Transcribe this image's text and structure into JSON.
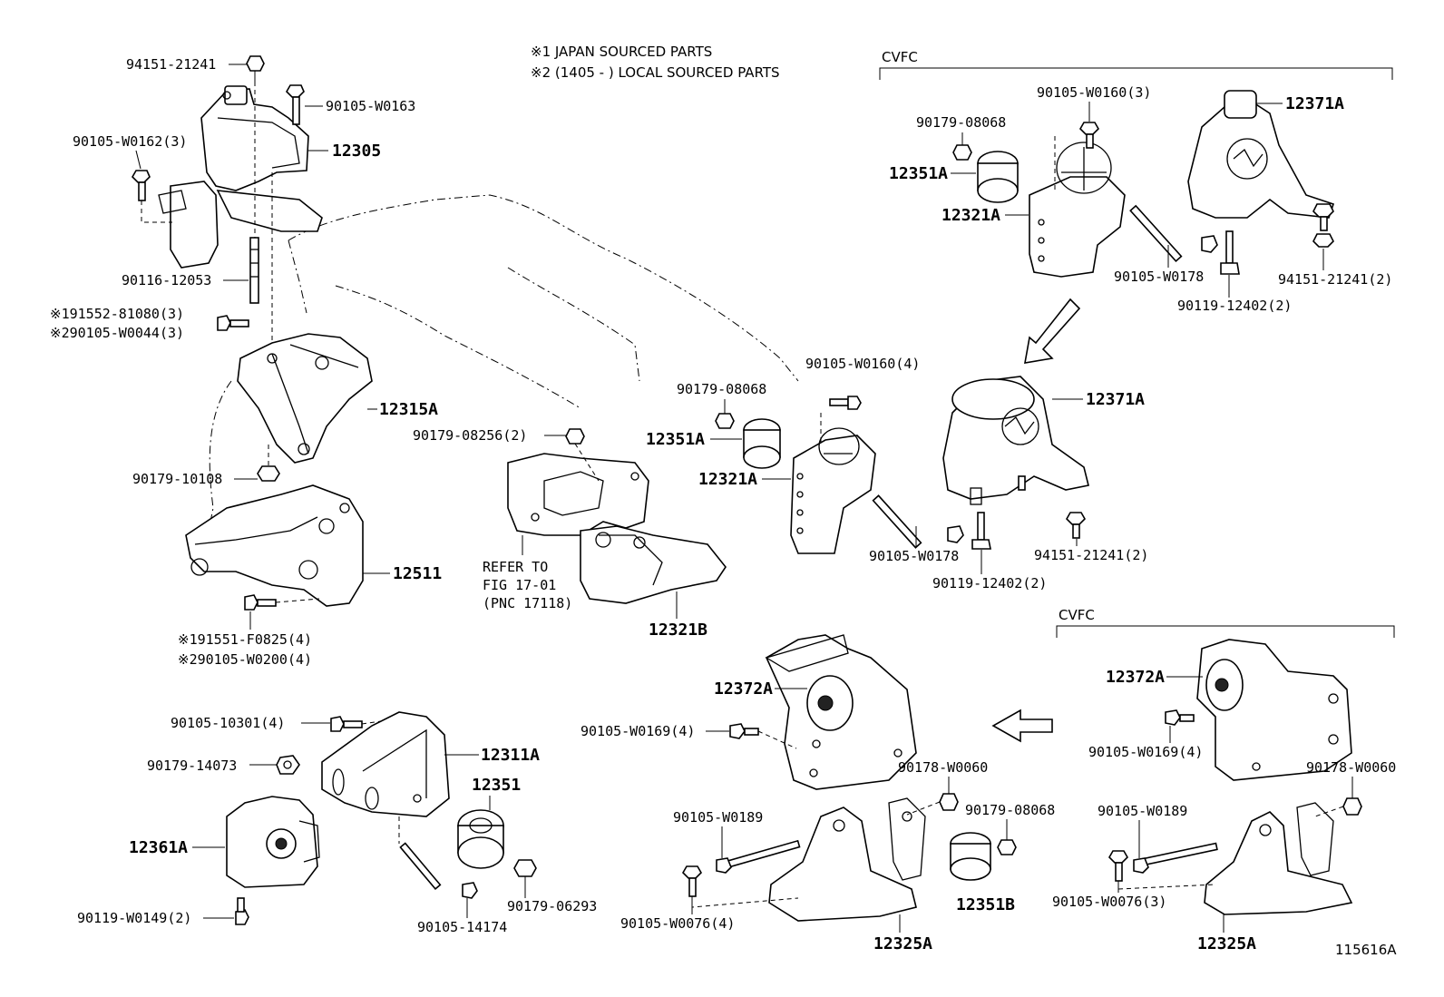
{
  "notes": {
    "line1": "※1 JAPAN SOURCED PARTS",
    "line2": "※2 (1405 -        ) LOCAL SOURCED PARTS"
  },
  "sections": {
    "cvfc_top": "CVFC",
    "cvfc_bottom": "CVFC"
  },
  "labels": [
    {
      "id": "p94151-21241-a",
      "text": "94151-21241"
    },
    {
      "id": "p90105-w0163",
      "text": "90105-W0163"
    },
    {
      "id": "p90105-w0162",
      "text": "90105-W0162(3)"
    },
    {
      "id": "p12305",
      "text": "12305"
    },
    {
      "id": "p90116-12053",
      "text": "90116-12053"
    },
    {
      "id": "p191552-81080",
      "text": "※191552-81080(3)"
    },
    {
      "id": "p290105-w0044",
      "text": "※290105-W0044(3)"
    },
    {
      "id": "p12315a",
      "text": "12315A"
    },
    {
      "id": "p90179-10108",
      "text": "90179-10108"
    },
    {
      "id": "p12511",
      "text": "12511"
    },
    {
      "id": "p191551-f0825",
      "text": "※191551-F0825(4)"
    },
    {
      "id": "p290105-w0200",
      "text": "※290105-W0200(4)"
    },
    {
      "id": "p90179-08256",
      "text": "90179-08256(2)"
    },
    {
      "id": "p-refer",
      "text": "REFER TO"
    },
    {
      "id": "p-fig",
      "text": "FIG 17-01"
    },
    {
      "id": "p-pnc",
      "text": "(PNC 17118)"
    },
    {
      "id": "p12321b",
      "text": "12321B"
    },
    {
      "id": "p90179-08068-mid",
      "text": "90179-08068"
    },
    {
      "id": "p12351a-mid",
      "text": "12351A"
    },
    {
      "id": "p12321a-mid",
      "text": "12321A"
    },
    {
      "id": "p90105-w0160-4",
      "text": "90105-W0160(4)"
    },
    {
      "id": "p90105-w0178-mid",
      "text": "90105-W0178"
    },
    {
      "id": "p90119-12402-mid",
      "text": "90119-12402(2)"
    },
    {
      "id": "p12371a-mid",
      "text": "12371A"
    },
    {
      "id": "p94151-21241-mid",
      "text": "94151-21241(2)"
    },
    {
      "id": "p90105-w0160-3",
      "text": "90105-W0160(3)"
    },
    {
      "id": "p90179-08068-top",
      "text": "90179-08068"
    },
    {
      "id": "p12351a-top",
      "text": "12351A"
    },
    {
      "id": "p12321a-top",
      "text": "12321A"
    },
    {
      "id": "p12371a-top",
      "text": "12371A"
    },
    {
      "id": "p90105-w0178-top",
      "text": "90105-W0178"
    },
    {
      "id": "p94151-21241-top",
      "text": "94151-21241(2)"
    },
    {
      "id": "p90119-12402-top",
      "text": "90119-12402(2)"
    },
    {
      "id": "p90105-10301",
      "text": "90105-10301(4)"
    },
    {
      "id": "p12311a",
      "text": "12311A"
    },
    {
      "id": "p90179-14073",
      "text": "90179-14073"
    },
    {
      "id": "p12351",
      "text": "12351"
    },
    {
      "id": "p12361a",
      "text": "12361A"
    },
    {
      "id": "p90179-06293",
      "text": "90179-06293"
    },
    {
      "id": "p90119-w0149",
      "text": "90119-W0149(2)"
    },
    {
      "id": "p90105-14174",
      "text": "90105-14174"
    },
    {
      "id": "p12372a-mid",
      "text": "12372A"
    },
    {
      "id": "p90105-w0169-mid",
      "text": "90105-W0169(4)"
    },
    {
      "id": "p90178-w0060-mid",
      "text": "90178-W0060"
    },
    {
      "id": "p90105-w0189-mid",
      "text": "90105-W0189"
    },
    {
      "id": "p90179-08068-low",
      "text": "90179-08068"
    },
    {
      "id": "p90105-w0076-4",
      "text": "90105-W0076(4)"
    },
    {
      "id": "p12351b",
      "text": "12351B"
    },
    {
      "id": "p12325a-mid",
      "text": "12325A"
    },
    {
      "id": "p12372a-right",
      "text": "12372A"
    },
    {
      "id": "p90105-w0169-right",
      "text": "90105-W0169(4)"
    },
    {
      "id": "p90178-w0060-right",
      "text": "90178-W0060"
    },
    {
      "id": "p90105-w0189-right",
      "text": "90105-W0189"
    },
    {
      "id": "p90105-w0076-3",
      "text": "90105-W0076(3)"
    },
    {
      "id": "p12325a-right",
      "text": "12325A"
    }
  ],
  "figure_id": "115616A"
}
